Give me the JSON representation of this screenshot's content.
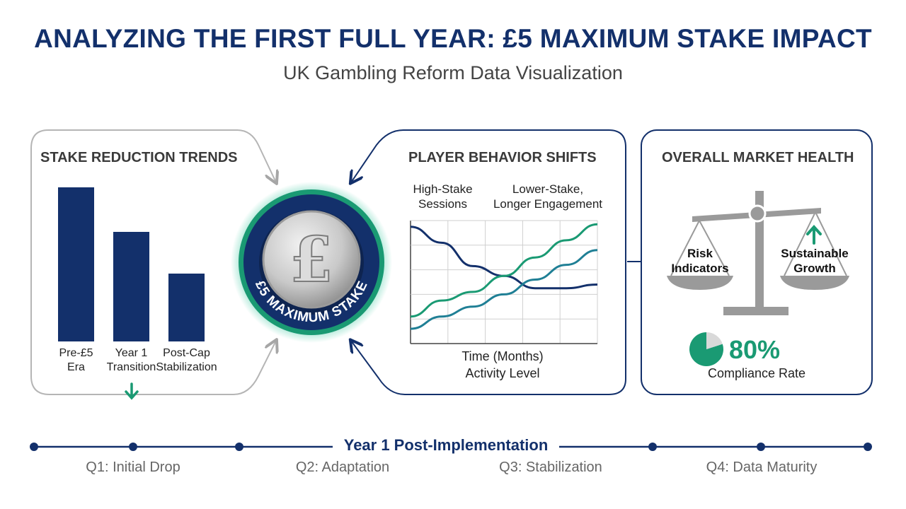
{
  "header": {
    "title": "ANALYZING THE FIRST FULL YEAR: £5 MAXIMUM STAKE IMPACT",
    "subtitle": "UK Gambling Reform Data Visualization"
  },
  "center_badge": {
    "symbol": "£",
    "ring_text": "£5 MAXIMUM STAKE"
  },
  "stake_panel": {
    "title": "STAKE REDUCTION TRENDS",
    "trend_icon": "arrow-down-icon"
  },
  "behavior_panel": {
    "title": "PLAYER BEHAVIOR SHIFTS",
    "left_label": "High-Stake\nSessions",
    "right_label": "Lower-Stake,\nLonger Engagement",
    "xlabel": "Time (Months)",
    "ylabel": "Activity Level"
  },
  "health_panel": {
    "title": "OVERALL MARKET HEALTH",
    "left_pan_label": "Risk\nIndicators",
    "right_pan_label": "Sustainable\nGrowth",
    "compliance_value": "80%",
    "compliance_label": "Compliance Rate"
  },
  "timeline": {
    "title": "Year 1 Post-Implementation",
    "quarters": [
      "Q1: Initial Drop",
      "Q2: Adaptation",
      "Q3: Stabilization",
      "Q4: Data Maturity"
    ]
  },
  "colors": {
    "navy": "#13306b",
    "teal": "#1a9a73",
    "teal_blue": "#1f7f95",
    "gray": "#9a9a9a"
  },
  "chart_data": [
    {
      "type": "bar",
      "title": "STAKE REDUCTION TRENDS",
      "categories": [
        "Pre-£5\nEra",
        "Year 1\nTransition",
        "Post-Cap\nStabilization"
      ],
      "values": [
        100,
        71,
        44
      ],
      "ylim": [
        0,
        100
      ],
      "grid": false
    },
    {
      "type": "line",
      "title": "PLAYER BEHAVIOR SHIFTS",
      "xlabel": "Time (Months)",
      "ylabel": "Activity Level",
      "x": [
        0,
        1,
        2,
        3,
        4,
        5,
        6
      ],
      "ylim": [
        0,
        100
      ],
      "series": [
        {
          "values": [
            95,
            82,
            63,
            55,
            45,
            45,
            48
          ]
        },
        {
          "values": [
            22,
            35,
            42,
            55,
            70,
            84,
            97
          ]
        },
        {
          "values": [
            12,
            22,
            30,
            40,
            52,
            64,
            76
          ]
        }
      ],
      "grid": true
    },
    {
      "type": "pie",
      "values": [
        80,
        20
      ]
    }
  ]
}
